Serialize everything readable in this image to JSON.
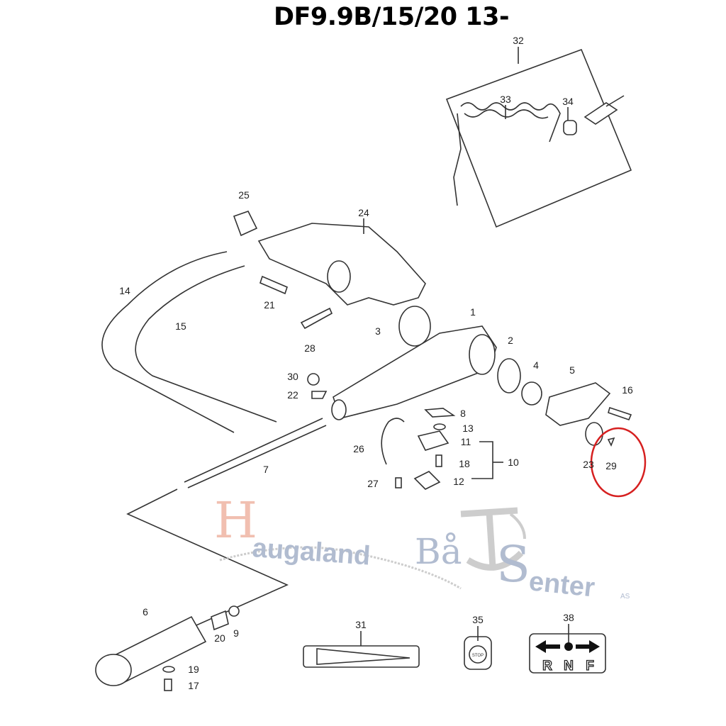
{
  "title": "DF9.9B/15/20 13-",
  "callouts": [
    "32",
    "33",
    "34",
    "25",
    "24",
    "14",
    "15",
    "21",
    "1",
    "3",
    "28",
    "2",
    "4",
    "5",
    "30",
    "22",
    "16",
    "8",
    "13",
    "11",
    "26",
    "18",
    "10",
    "23",
    "29",
    "7",
    "27",
    "12",
    "6",
    "20",
    "9",
    "19",
    "17",
    "31",
    "35",
    "38"
  ],
  "highlighted_part": "29",
  "highlight_color": "#d62020",
  "watermark": {
    "first": "H",
    "rest1": "augaland",
    "word2": "Bå",
    "s": "S",
    "rest3": "enter",
    "suffix": "AS",
    "color_h": "#f0b9a8",
    "color_text": "#a9b5cc"
  },
  "labels": {
    "part35": "STOP",
    "part38_letters": [
      "R",
      "N",
      "F"
    ]
  }
}
